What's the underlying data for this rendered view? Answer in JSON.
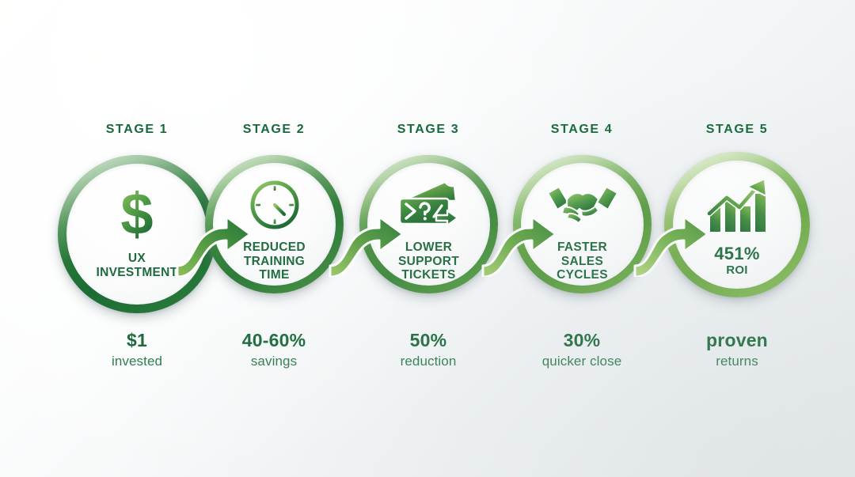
{
  "infographic": {
    "background_light": "#fffffe",
    "background_dark": "#e6eaec",
    "accent_dark_green": "#16693a",
    "accent_light_green": "#8cbf5a"
  },
  "stages": [
    {
      "label": "STAGE 1",
      "icon": "dollar-sign-icon",
      "circle_text": "UX\nINVESTMENT",
      "circle_line1": "UX",
      "circle_line2": "INVESTMENT",
      "metric_value": "$1",
      "metric_caption": "invested",
      "ring_color_start": "#1b6b34",
      "ring_color_end": "#4c9b45"
    },
    {
      "label": "STAGE 2",
      "icon": "clock-icon",
      "circle_line1": "REDUCED",
      "circle_line2": "TRAINING",
      "circle_line3": "TIME",
      "metric_value": "40-60%",
      "metric_caption": "savings",
      "ring_color_start": "#2c7a38",
      "ring_color_end": "#6aae4c"
    },
    {
      "label": "STAGE 3",
      "icon": "support-ticket-icon",
      "circle_line1": "LOWER",
      "circle_line2": "SUPPORT",
      "circle_line3": "TICKETS",
      "metric_value": "50%",
      "metric_caption": "reduction",
      "ring_color_start": "#3d883c",
      "ring_color_end": "#7db751"
    },
    {
      "label": "STAGE 4",
      "icon": "handshake-icon",
      "circle_line1": "FASTER",
      "circle_line2": "SALES",
      "circle_line3": "CYCLES",
      "metric_value": "30%",
      "metric_caption": "quicker close",
      "ring_color_start": "#56993f",
      "ring_color_end": "#93c45e"
    },
    {
      "label": "STAGE 5",
      "icon": "growth-chart-icon",
      "circle_line1": "451%",
      "circle_line2": "ROI",
      "metric_value": "proven",
      "metric_caption": "returns",
      "ring_color_start": "#6aa845",
      "ring_color_end": "#a8cf72"
    }
  ],
  "arrows": [
    {
      "name": "arrow-1-to-2"
    },
    {
      "name": "arrow-2-to-3"
    },
    {
      "name": "arrow-3-to-4"
    },
    {
      "name": "arrow-4-to-5"
    }
  ]
}
